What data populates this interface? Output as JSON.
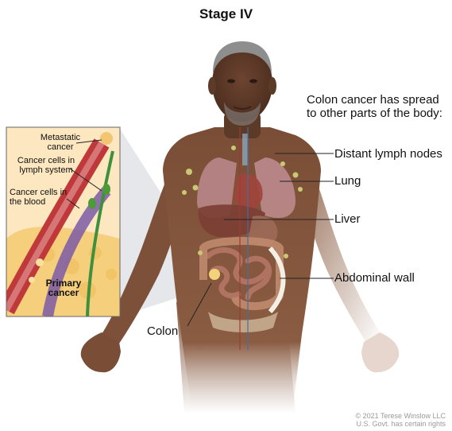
{
  "title": "Stage IV",
  "description": "Colon cancer has spread to other parts of the body:",
  "labels": {
    "distant_lymph_nodes": "Distant lymph nodes",
    "lung": "Lung",
    "liver": "Liver",
    "abdominal_wall": "Abdominal wall",
    "colon": "Colon"
  },
  "inset_labels": {
    "metastatic": "Metastatic cancer",
    "lymph_system": "Cancer cells in lymph system",
    "blood": "Cancer cells in the blood",
    "primary": "Primary cancer"
  },
  "copyright": [
    "© 2021 Terese Winslow LLC",
    "U.S. Govt. has certain rights"
  ]
}
